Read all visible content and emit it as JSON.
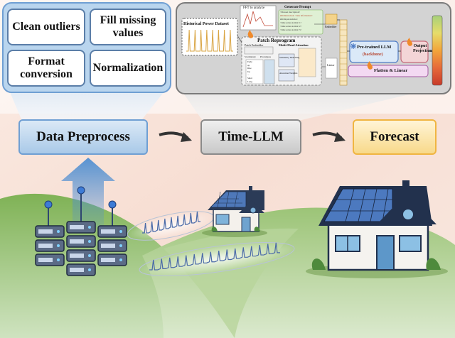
{
  "preprocess_panel": {
    "cards": [
      "Clean outliers",
      "Fill missing values",
      "Format conversion",
      "Normalization"
    ]
  },
  "model_panel": {
    "historical_dataset": "Historical Power Dataset",
    "fft_label": "FFT to analyze",
    "prompt_label": "Generate Prompt",
    "prompt_lines": [
      "<Dataset description>",
      "### Instruction: <task information>",
      "### Input statistics:",
      "<time series statistic 1>",
      "<time series statistic 2>",
      "<time series statistic 3>"
    ],
    "embedder": "Embedder",
    "patch_reprogram": "Patch Reprogram",
    "patch_embedder": "Patch Embedder",
    "multi_head_attention": "Multi-Head Attention",
    "vocabulary": "Vocabulary",
    "prototypes": "Prototypes",
    "vocab_words": [
      "Early",
      "up",
      "Rise",
      "Up",
      "...",
      "Short",
      "Long"
    ],
    "similarity_matching": "Similarity Matching",
    "attention_weights": "Attention Weights",
    "linear": "Linear",
    "llm_label": "Pre-trained LLM",
    "llm_sub": "(backbone)",
    "output_projection": "Output Projection",
    "flatten_linear": "Flatten & Linear"
  },
  "pipeline": {
    "stages": [
      "Data Preprocess",
      "Time-LLM",
      "Forecast"
    ]
  },
  "colors": {
    "preprocess_fill": "#bcd7ef",
    "preprocess_border": "#6f9fd3",
    "model_fill": "#d9d9d9",
    "forecast_fill": "#fbe3a6",
    "forecast_border": "#f0b541",
    "hill_green": "#8fbd63",
    "sky_peach": "#f8ddd3",
    "roof_blue": "#2b3b57",
    "house_wall": "#f5f3ef"
  },
  "icons": [
    "server-rack-icon",
    "antenna-icon",
    "upload-arrow-icon",
    "solar-house-icon",
    "time-series-wave-icon",
    "flame-icon",
    "snowflake-icon",
    "right-arrow-icon"
  ]
}
